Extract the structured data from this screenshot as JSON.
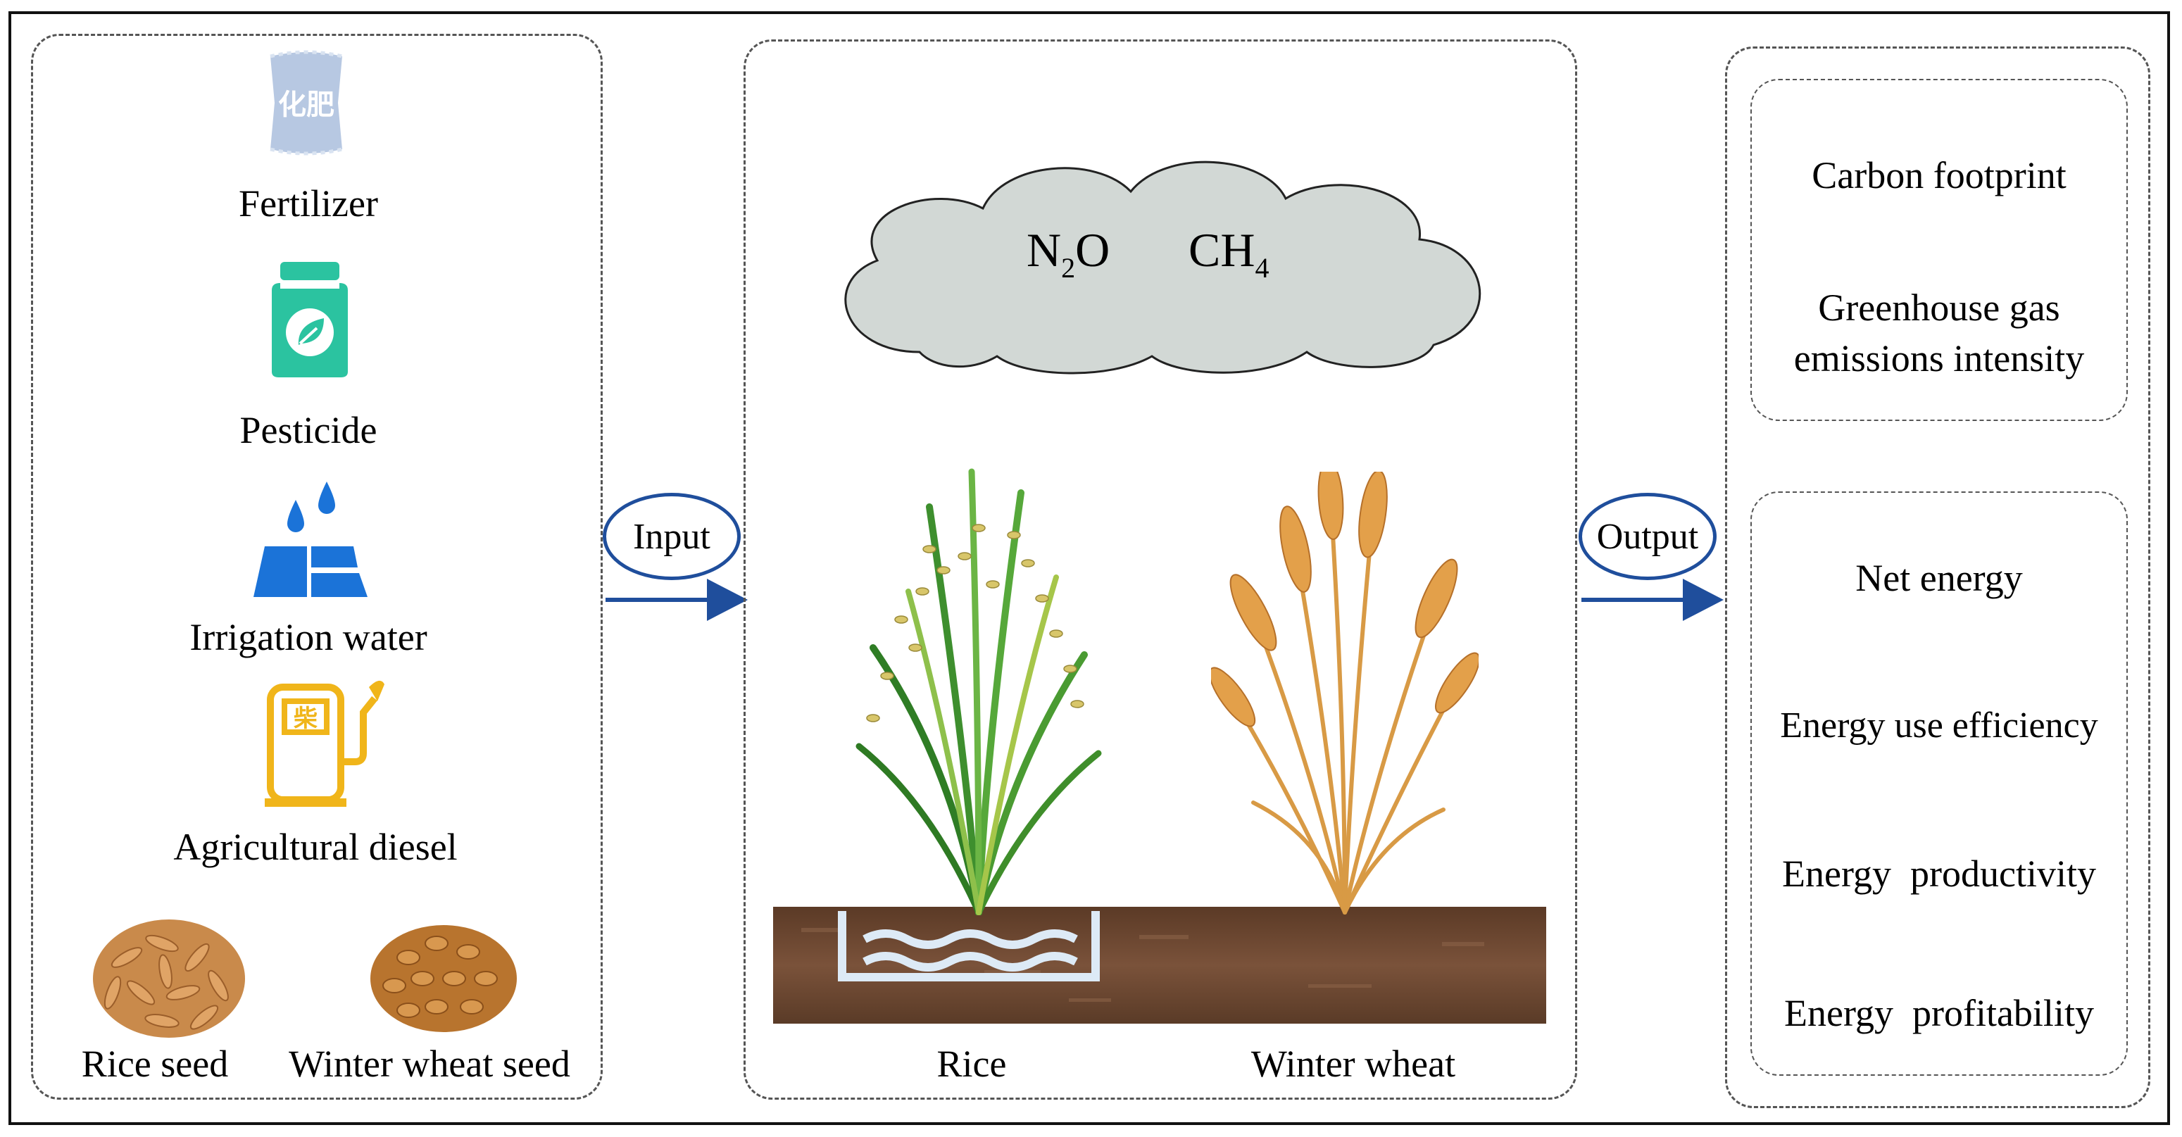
{
  "inputs": {
    "fertilizer": "Fertilizer",
    "fertilizer_bag_text": "化肥",
    "pesticide": "Pesticide",
    "irrigation": "Irrigation water",
    "diesel": "Agricultural diesel",
    "diesel_pump_text": "柴",
    "rice_seed": "Rice seed",
    "wheat_seed": "Winter wheat seed"
  },
  "flow": {
    "input": "Input",
    "output": "Output"
  },
  "emissions": {
    "n2o_main": "N",
    "n2o_sub": "2",
    "n2o_tail": "O",
    "ch4_main": "CH",
    "ch4_sub": "4"
  },
  "crops": {
    "rice": "Rice",
    "wheat": "Winter wheat"
  },
  "outputs": {
    "group1": [
      "Carbon footprint",
      "Greenhouse gas",
      "emissions intensity"
    ],
    "group2": [
      "Net energy",
      "Energy use efficiency",
      "Energy  productivity",
      "Energy  profitability"
    ]
  },
  "colors": {
    "arrow": "#1f4e9c",
    "cloud": "#d2d8d5",
    "soil": "#6a4630",
    "pesticide": "#2bc3a0",
    "water": "#1b73d8",
    "diesel": "#f0b51a",
    "fertilizer_bag": "#b7c8e2"
  }
}
